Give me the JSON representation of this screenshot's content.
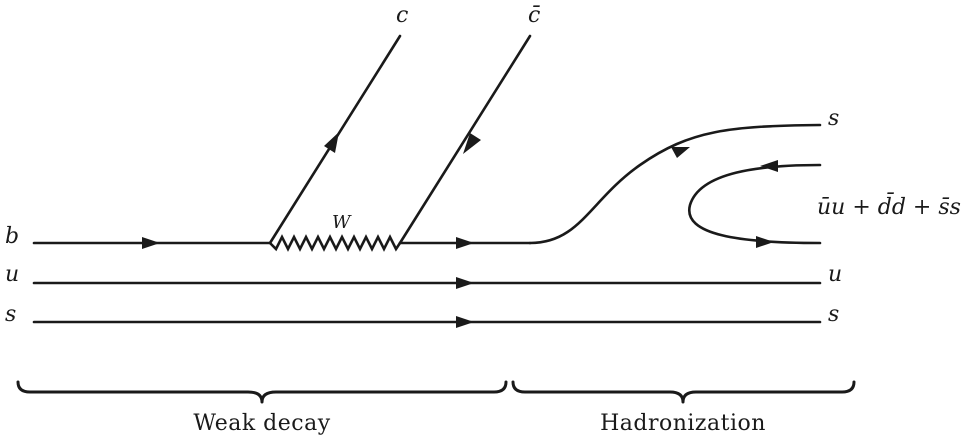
{
  "labels": {
    "b_in": "b",
    "u_in": "u",
    "s_in": "s",
    "c_out": "c",
    "cbar_out": "c̄",
    "w_boson": "W",
    "s_out_top": "s",
    "pair": "ūu + d̄d + s̄s",
    "u_out": "u",
    "s_out_bottom": "s"
  },
  "sections": {
    "weak_decay": "Weak decay",
    "hadronization": "Hadronization"
  }
}
